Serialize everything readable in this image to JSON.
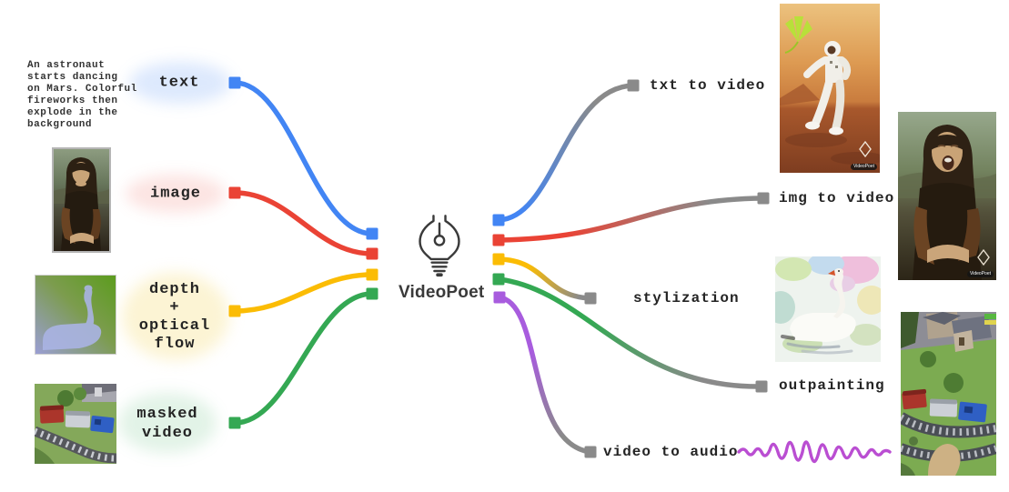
{
  "title": "VideoPoet",
  "prompt_caption": "An astronaut\nstarts dancing\non Mars. Colorful\nfireworks then\nexplode in the\nbackground",
  "watermark": "VideoPoet",
  "inputs": [
    {
      "label": "text",
      "color": "#4285F4",
      "glow": "rgba(66,133,244,0.18)"
    },
    {
      "label": "image",
      "color": "#EA4335",
      "glow": "rgba(234,67,53,0.14)"
    },
    {
      "label_lines": [
        "depth",
        "+",
        "optical",
        "flow"
      ],
      "color": "#FBBC04",
      "glow": "rgba(246,214,100,0.28)"
    },
    {
      "label_lines": [
        "masked",
        "video"
      ],
      "color": "#34A853",
      "glow": "rgba(52,168,83,0.14)"
    }
  ],
  "outputs": [
    {
      "label": "txt to video",
      "color": "#4285F4"
    },
    {
      "label": "img to video",
      "color": "#EA4335"
    },
    {
      "label": "stylization",
      "color": "#FBBC04"
    },
    {
      "label": "outpainting",
      "color": "#34A853"
    },
    {
      "label": "video to audio",
      "color": "#A85CDE"
    }
  ],
  "colors": {
    "connector_gray": "#8A8A8A",
    "waveform_purple": "#BA4ED2",
    "logo_ink": "#3a3a3a"
  }
}
